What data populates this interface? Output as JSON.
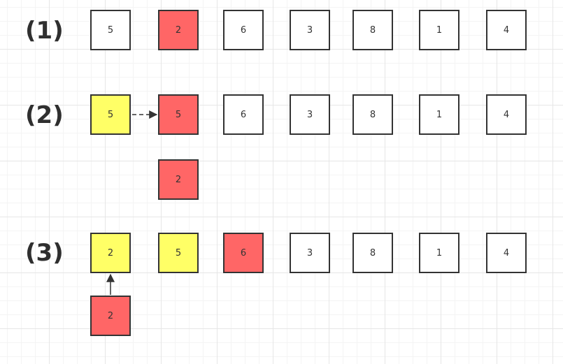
{
  "colors": {
    "default": "#ffffff",
    "highlight": "#ff6666",
    "sorted": "#ffff66"
  },
  "steps": [
    {
      "label": "(1)",
      "boxes": [
        {
          "value": "5",
          "color": "default"
        },
        {
          "value": "2",
          "color": "highlight"
        },
        {
          "value": "6",
          "color": "default"
        },
        {
          "value": "3",
          "color": "default"
        },
        {
          "value": "8",
          "color": "default"
        },
        {
          "value": "1",
          "color": "default"
        },
        {
          "value": "4",
          "color": "default"
        }
      ]
    },
    {
      "label": "(2)",
      "boxes": [
        {
          "value": "5",
          "color": "sorted"
        },
        {
          "value": "5",
          "color": "highlight"
        },
        {
          "value": "6",
          "color": "default"
        },
        {
          "value": "3",
          "color": "default"
        },
        {
          "value": "8",
          "color": "default"
        },
        {
          "value": "1",
          "color": "default"
        },
        {
          "value": "4",
          "color": "default"
        }
      ],
      "temp": {
        "value": "2",
        "color": "highlight"
      }
    },
    {
      "label": "(3)",
      "boxes": [
        {
          "value": "2",
          "color": "sorted"
        },
        {
          "value": "5",
          "color": "sorted"
        },
        {
          "value": "6",
          "color": "highlight"
        },
        {
          "value": "3",
          "color": "default"
        },
        {
          "value": "8",
          "color": "default"
        },
        {
          "value": "1",
          "color": "default"
        },
        {
          "value": "4",
          "color": "default"
        }
      ],
      "temp": {
        "value": "2",
        "color": "highlight"
      }
    }
  ]
}
